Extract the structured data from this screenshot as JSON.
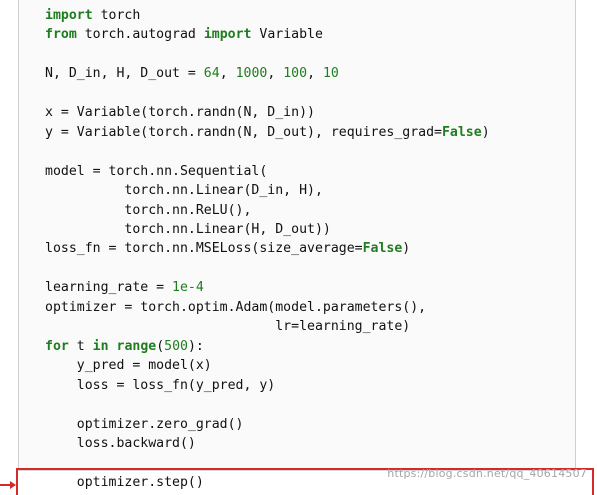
{
  "code": {
    "lines": [
      [
        {
          "t": "import",
          "c": "kw"
        },
        {
          "t": " torch"
        }
      ],
      [
        {
          "t": "from",
          "c": "kw"
        },
        {
          "t": " torch.autograd "
        },
        {
          "t": "import",
          "c": "kw"
        },
        {
          "t": " Variable"
        }
      ],
      [],
      [
        {
          "t": "N, D_in, H, D_out = "
        },
        {
          "t": "64",
          "c": "num"
        },
        {
          "t": ", "
        },
        {
          "t": "1000",
          "c": "num"
        },
        {
          "t": ", "
        },
        {
          "t": "100",
          "c": "num"
        },
        {
          "t": ", "
        },
        {
          "t": "10",
          "c": "num"
        }
      ],
      [],
      [
        {
          "t": "x = Variable(torch.randn(N, D_in))"
        }
      ],
      [
        {
          "t": "y = Variable(torch.randn(N, D_out), requires_grad="
        },
        {
          "t": "False",
          "c": "const"
        },
        {
          "t": ")"
        }
      ],
      [],
      [
        {
          "t": "model = torch.nn.Sequential("
        }
      ],
      [
        {
          "t": "          torch.nn.Linear(D_in, H),"
        }
      ],
      [
        {
          "t": "          torch.nn.ReLU(),"
        }
      ],
      [
        {
          "t": "          torch.nn.Linear(H, D_out))"
        }
      ],
      [
        {
          "t": "loss_fn = torch.nn.MSELoss(size_average="
        },
        {
          "t": "False",
          "c": "const"
        },
        {
          "t": ")"
        }
      ],
      [],
      [
        {
          "t": "learning_rate = "
        },
        {
          "t": "1e-4",
          "c": "num"
        }
      ],
      [
        {
          "t": "optimizer = torch.optim.Adam(model.parameters(),"
        }
      ],
      [
        {
          "t": "                             lr=learning_rate)"
        }
      ],
      [
        {
          "t": "for",
          "c": "kw"
        },
        {
          "t": " t "
        },
        {
          "t": "in",
          "c": "kw"
        },
        {
          "t": " "
        },
        {
          "t": "range",
          "c": "kw"
        },
        {
          "t": "("
        },
        {
          "t": "500",
          "c": "num"
        },
        {
          "t": "):"
        }
      ],
      [
        {
          "t": "    y_pred = model(x)"
        }
      ],
      [
        {
          "t": "    loss = loss_fn(y_pred, y)"
        }
      ],
      [],
      [
        {
          "t": "    optimizer.zero_grad()"
        }
      ],
      [
        {
          "t": "    loss.backward()"
        }
      ],
      [],
      [
        {
          "t": "    optimizer.step()"
        }
      ]
    ]
  },
  "watermark": "https://blog.csdn.net/qq_40614507",
  "colors": {
    "keyword": "#1e7d1e",
    "highlight_border": "#d42a2a",
    "watermark": "#a6a6a6"
  }
}
